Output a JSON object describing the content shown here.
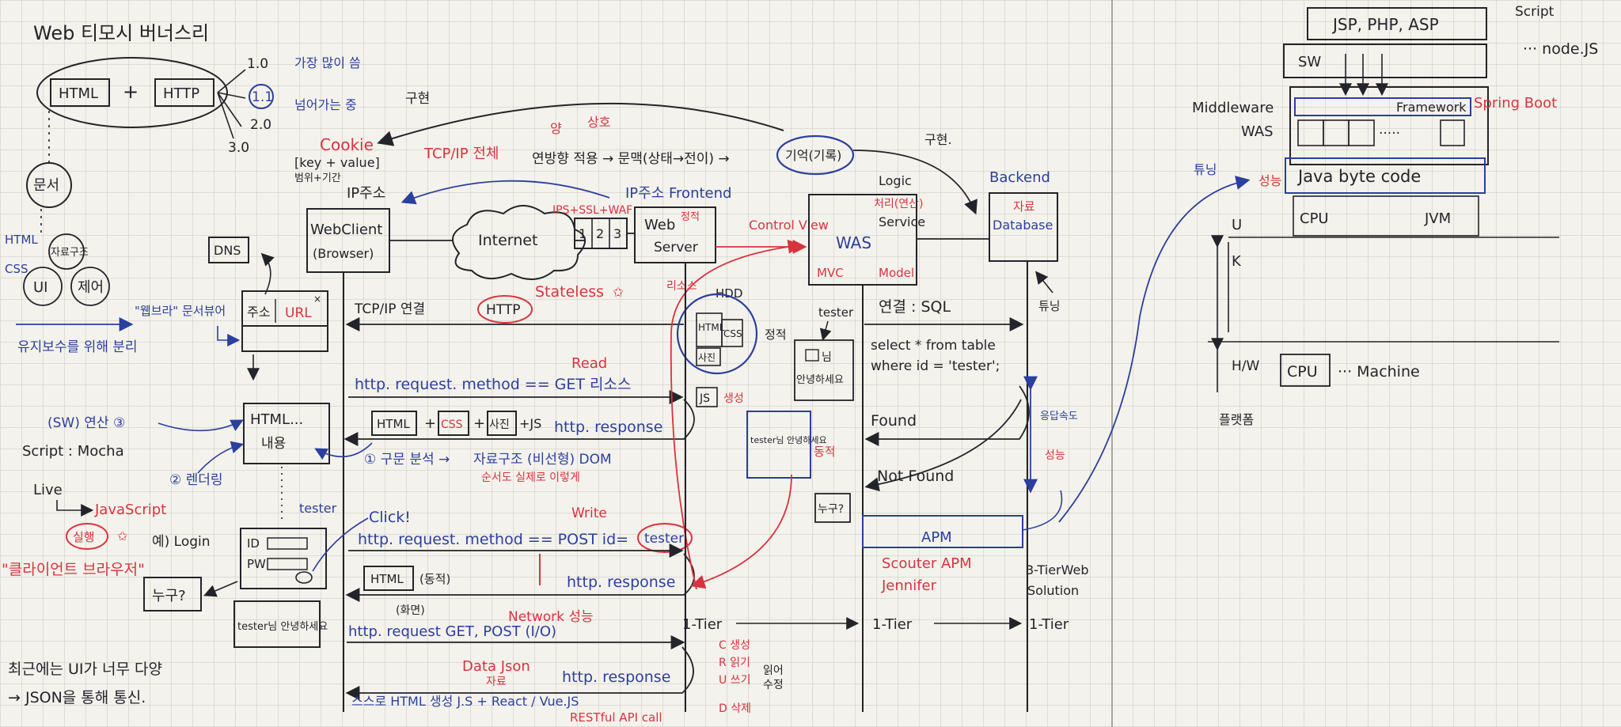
{
  "colors": {
    "paper": "#f4f2ec",
    "grid": "#c9c6bd",
    "ink_black": "#23242a",
    "ink_blue": "#2b3f9e",
    "ink_red": "#d8333f"
  },
  "left": {
    "title": "Web 티모시 버너스리",
    "html_box": "HTML",
    "plus": "+",
    "http_box": "HTTP",
    "v10": "1.0",
    "v11": "1.1",
    "v11_note": "가장 많이 씀",
    "v20": "2.0",
    "v20_note": "넘어가는 중",
    "v30": "3.0",
    "doc": "문서",
    "html_label": "HTML",
    "css_label": "CSS",
    "ds_label": "자료구조",
    "ui_label": "UI",
    "ctrl_label": "제어",
    "maint": "유지보수를 위해 분리",
    "sw_calc": "(SW) 연산 ③",
    "script": "Script : Mocha",
    "live": "Live",
    "javascript": "JavaScript",
    "execute": "실행",
    "login_eg": "예) Login",
    "client_browser": "\"클라이언트 브라우저\"",
    "nugu": "누구?",
    "recent1": "최근에는 UI가 너무 다양",
    "recent2": "→ JSON을 통해 통신."
  },
  "client": {
    "cookie": "Cookie",
    "cookie_kv": "[key + value]",
    "cookie_period": "범위+기간",
    "ip_addr": "IP주소",
    "webclient1": "WebClient",
    "webclient2": "(Browser)",
    "dns": "DNS",
    "addr_label": "주소",
    "url": "URL",
    "addr_bar": "\"웹브라\" 문서뷰어",
    "html_dots": "HTML...",
    "content": "내용",
    "render": "② 렌더링",
    "tester_label": "tester",
    "id": "ID",
    "pw": "PW",
    "greet": "tester님 안녕하세요"
  },
  "center": {
    "impl_top": "구현",
    "tcpip_all": "TCP/IP 전체",
    "yang": "양",
    "sangho": "상호",
    "bidir": "연방향 적용 → 문맥(상태→전이) →",
    "memory": "기억(기록)",
    "impl_right": "구현.",
    "ip_frontend": "IP주소 Frontend",
    "internet": "Internet",
    "firewall": "IPS+SSL+WAF",
    "port1": "1",
    "port2": "2",
    "port3": "3",
    "webserver1": "Web",
    "webserver2": "Server",
    "static": "정적",
    "stateless": "Stateless",
    "tcp_conn": "TCP/IP 연결",
    "http_circle": "HTTP",
    "read": "Read",
    "req_get": "http. request. method == GET 리소스",
    "b_html": "HTML",
    "b_css": "CSS",
    "b_photo": "사진",
    "js_plus": "+JS",
    "resp1": "http. response",
    "parse": "① 구문 분석 →",
    "ds_nonlinear": "자료구조 (비선형) DOM",
    "order_note": "순서도 실제로 이렇게",
    "click": "Click!",
    "write": "Write",
    "req_post": "http. request. method == POST  id=",
    "tester_circle": "tester",
    "html_dynamic_box": "HTML",
    "html_dynamic_note": "(동적)",
    "resp2": "http. response",
    "network": "Network 성능",
    "back_note": "(화면)",
    "req_getpost": "http. request  GET, POST (I/O)",
    "data_json": "Data Json",
    "resource": "자료",
    "resp3": "http. response",
    "bottom_line": "스스로 HTML 생성 J.S + React / Vue.JS",
    "restful": "RESTful API call",
    "hdd": "HDD",
    "hdd_html": "HTML",
    "hdd_css": "CSS",
    "hdd_photo": "사진",
    "resource_tag": "리소스",
    "js": "JS",
    "gen": "생성",
    "tester_greet_box": "tester님 안녕하세요",
    "dynamic": "동적",
    "tier1": "1-Tier",
    "crud_c": "C 생성",
    "crud_r": "R 읽기",
    "crud_u": "U 쓰기",
    "crud_d": "D 삭제",
    "crud_note1": "읽어",
    "crud_note2": "수정"
  },
  "was": {
    "logic": "Logic",
    "processing": "처리(연산)",
    "service": "Service",
    "control_view": "Control View",
    "was": "WAS",
    "mvc": "MVC",
    "model": "Model",
    "tester": "tester",
    "hello_box1": "님",
    "hello_box2": "안녕하세요",
    "nugu": "누구?",
    "tier1": "1-Tier"
  },
  "db": {
    "backend": "Backend",
    "data": "자료",
    "database": "Database",
    "tuning": "튜닝",
    "link_sql": "연결 : SQL",
    "sql1": "select * from table",
    "sql2": "where id = 'tester';",
    "found": "Found",
    "notfound": "Not Found",
    "resp_speed": "응답속도",
    "perf": "성능",
    "apm": "APM",
    "scouter": "Scouter APM",
    "jennifer": "Jennifer",
    "tierweb": "3-TierWeb",
    "solution": "Solution",
    "tier1": "1-Tier"
  },
  "right": {
    "langs": "JSP, PHP, ASP",
    "script": "Script",
    "node": "··· node.JS",
    "sw": "SW",
    "middleware": "Middleware",
    "was": "WAS",
    "framework": "Framework",
    "spring": "Spring Boot",
    "dots": "·····",
    "tuning": "튜닝",
    "perf": "성능",
    "javabyte": "Java byte code",
    "cpu": "CPU",
    "jvm": "JVM",
    "u": "U",
    "k": "K",
    "hw": "H/W",
    "cpu2": "CPU",
    "machine": "··· Machine",
    "platform": "플랫폼"
  }
}
